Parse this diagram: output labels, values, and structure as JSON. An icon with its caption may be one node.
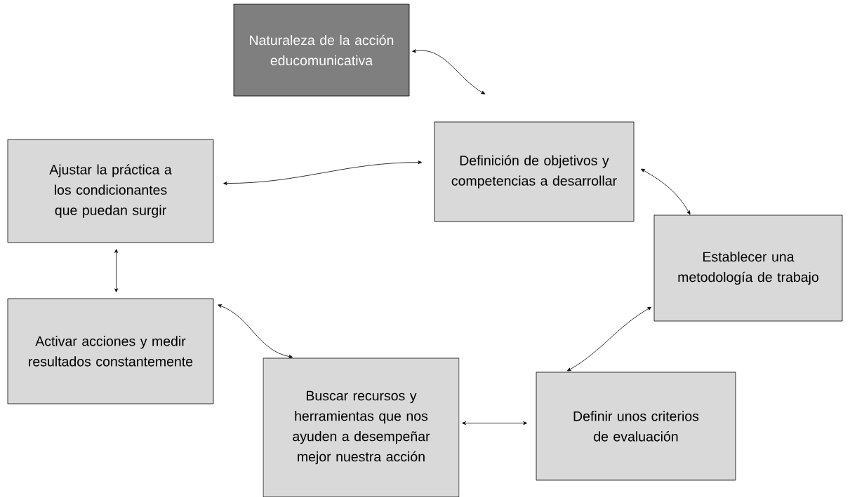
{
  "diagram": {
    "nodes": [
      {
        "text": [
          "Naturaleza de la acción educomunicativa"
        ]
      },
      {
        "text": [
          "Definición de objetivos y competencias a desarrollar"
        ]
      },
      {
        "text": [
          "Ajustar la práctica a los condicionantes que puedan surgir"
        ]
      },
      {
        "text": [
          "Establecer una metodología de trabajo"
        ]
      },
      {
        "text": [
          "Activar acciones y medir resultados constantemente"
        ]
      },
      {
        "text": [
          "Buscar recursos y herramientas que nos ayuden a desempeñar mejor nuestra acción"
        ]
      },
      {
        "text": [
          "Definir unos criterios de evaluación"
        ]
      }
    ],
    "edges": [
      {
        "from": 0,
        "to": 1,
        "arrow": "both"
      },
      {
        "from": 2,
        "to": 1,
        "arrow": "both"
      },
      {
        "from": 1,
        "to": 3,
        "arrow": "both"
      },
      {
        "from": 3,
        "to": 6,
        "arrow": "both"
      },
      {
        "from": 2,
        "to": 4,
        "arrow": "both"
      },
      {
        "from": 4,
        "to": 5,
        "arrow": "both"
      },
      {
        "from": 5,
        "to": 6,
        "arrow": "both"
      }
    ]
  }
}
